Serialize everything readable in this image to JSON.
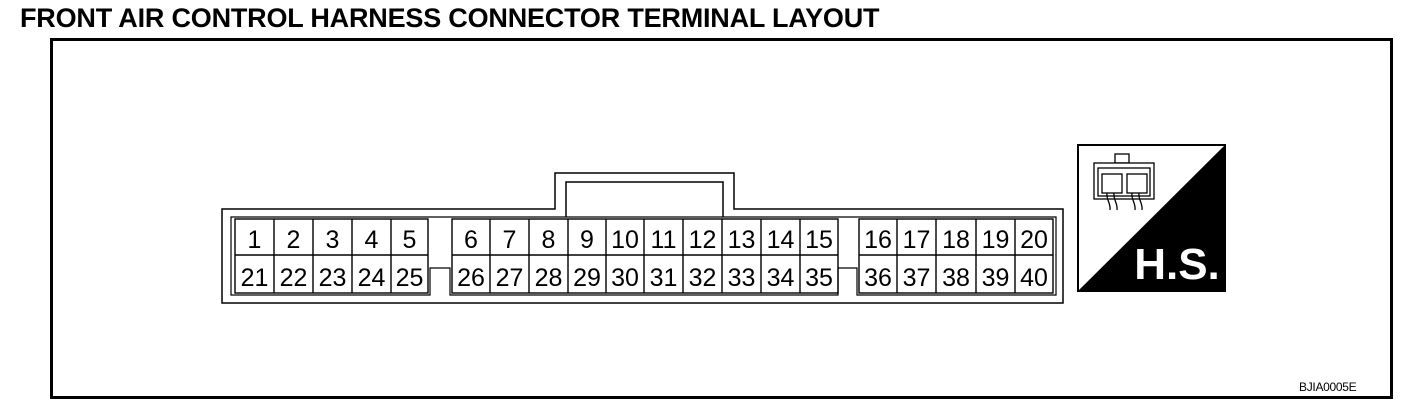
{
  "title": "FRONT AIR CONTROL HARNESS CONNECTOR TERMINAL LAYOUT",
  "connector": {
    "top_row": [
      "1",
      "2",
      "3",
      "4",
      "5",
      "6",
      "7",
      "8",
      "9",
      "10",
      "11",
      "12",
      "13",
      "14",
      "15",
      "16",
      "17",
      "18",
      "19",
      "20"
    ],
    "bottom_row": [
      "21",
      "22",
      "23",
      "24",
      "25",
      "26",
      "27",
      "28",
      "29",
      "30",
      "31",
      "32",
      "33",
      "34",
      "35",
      "36",
      "37",
      "38",
      "39",
      "40"
    ]
  },
  "badge": {
    "label": "H.S.",
    "icon": "connector-harness-side-icon"
  },
  "figure_code": "BJIA0005E"
}
